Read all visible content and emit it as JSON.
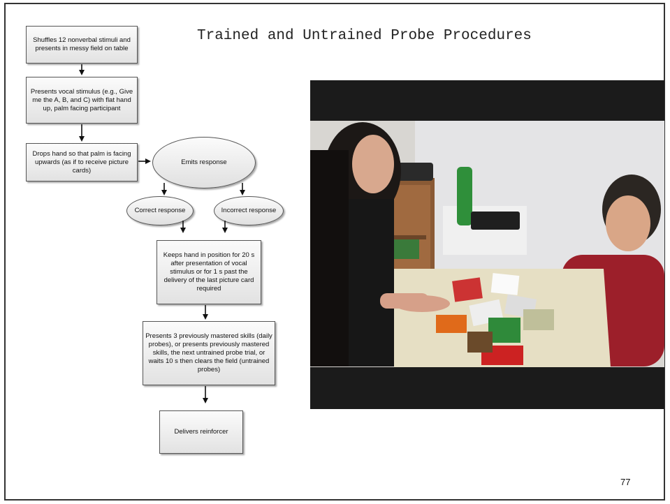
{
  "slide": {
    "title": "Trained and Untrained Probe Procedures",
    "page_number": "77"
  },
  "flowchart": {
    "step1": "Shuffles 12 nonverbal stimuli and presents in messy field on table",
    "step2": "Presents vocal stimulus (e.g., Give me the A, B, and C) with flat hand up, palm facing participant",
    "step3": "Drops hand so that palm is facing upwards (as if to receive picture cards)",
    "emits": "Emits response",
    "correct": "Correct response",
    "incorrect": "Incorrect response",
    "step4": "Keeps hand in position for 20 s after presentation of vocal stimulus or for 1 s past the delivery of the last picture card required",
    "step5": "Presents 3 previously mastered skills (daily probes), or presents previously mastered skills, the next untrained probe trial, or waits 10 s then clears the field (untrained probes)",
    "step6": "Delivers reinforcer"
  },
  "photo": {
    "description_icon": "video-still"
  }
}
